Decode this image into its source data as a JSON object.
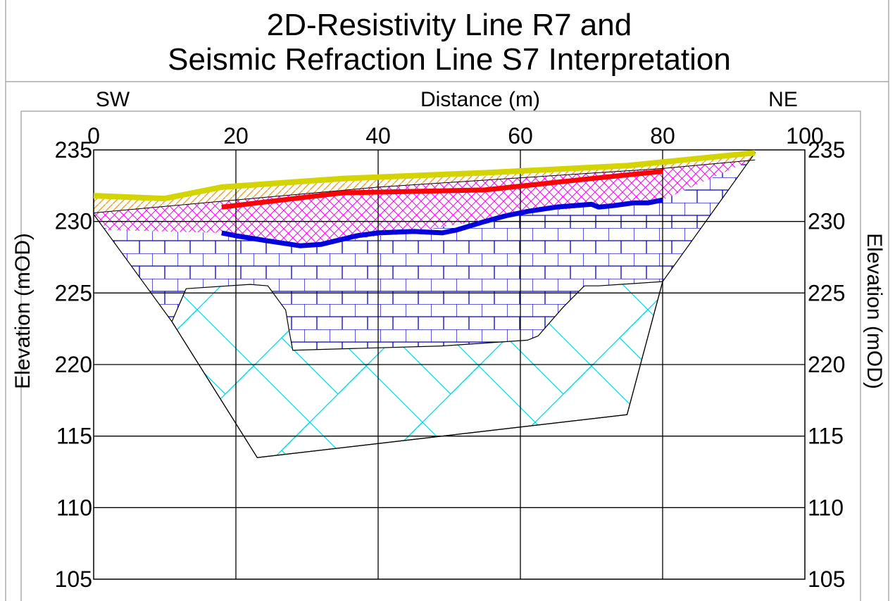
{
  "chart_data": {
    "type": "area",
    "title_lines": [
      "2D-Resistivity Line R7 and",
      "Seismic Refraction Line S7 Interpretation"
    ],
    "xlabel": "Distance (m)",
    "ylabel_left": "Elevation (mOD)",
    "ylabel_right": "Elevation (mOD)",
    "direction_left": "SW",
    "direction_right": "NE",
    "xlim": [
      0,
      100
    ],
    "x_ticks": [
      "0",
      "20",
      "40",
      "60",
      "80",
      "100"
    ],
    "x_tick_values": [
      0,
      20,
      40,
      60,
      80,
      100
    ],
    "y_ticks": [
      "235",
      "230",
      "225",
      "220",
      "115",
      "110",
      "105"
    ],
    "y_tick_values": [
      235,
      230,
      225,
      220,
      215,
      210,
      205
    ],
    "grid": true,
    "colors": {
      "topsoil_line": "#d4d400",
      "topsoil_hatch": "#f0a020",
      "clay_hatch": "#ff00ff",
      "limestone": "#0000cc",
      "bedrock": "#00dddd",
      "red_line": "#ff0000",
      "blue_line": "#0000dd"
    },
    "series": [
      {
        "x": [
          0,
          10,
          18,
          35,
          55,
          75,
          93
        ],
        "y": [
          231.8,
          231.6,
          232.4,
          233.0,
          233.4,
          233.9,
          234.8
        ]
      },
      {
        "x": [
          0,
          93
        ],
        "y": [
          230.5,
          234.3
        ]
      },
      {
        "x": [
          18,
          35,
          55,
          70,
          80
        ],
        "y": [
          231.0,
          232.0,
          232.2,
          233.0,
          233.5
        ]
      },
      {
        "x": [
          18,
          20,
          25,
          29,
          32,
          37,
          40,
          45,
          49,
          51,
          55,
          58,
          61,
          65,
          70,
          71,
          73,
          76,
          78,
          80
        ],
        "y": [
          229.2,
          229.0,
          228.6,
          228.3,
          228.4,
          229.0,
          229.2,
          229.3,
          229.2,
          229.4,
          230.0,
          230.4,
          230.7,
          231.0,
          231.2,
          231.0,
          231.1,
          231.3,
          231.3,
          231.5
        ]
      },
      {
        "x": [
          0,
          93
        ],
        "y": [
          230.5,
          234.8
        ]
      },
      {
        "x": [
          11,
          13,
          22,
          24.5,
          27,
          27.5,
          28,
          49,
          61,
          62.5,
          66,
          68,
          69,
          71,
          80,
          75,
          23
        ],
        "y": [
          223.0,
          225.3,
          225.6,
          225.5,
          223.8,
          222.3,
          221.0,
          221.3,
          221.7,
          222.0,
          224.0,
          225.0,
          225.5,
          225.5,
          225.8,
          216.5,
          213.5
        ]
      }
    ]
  }
}
